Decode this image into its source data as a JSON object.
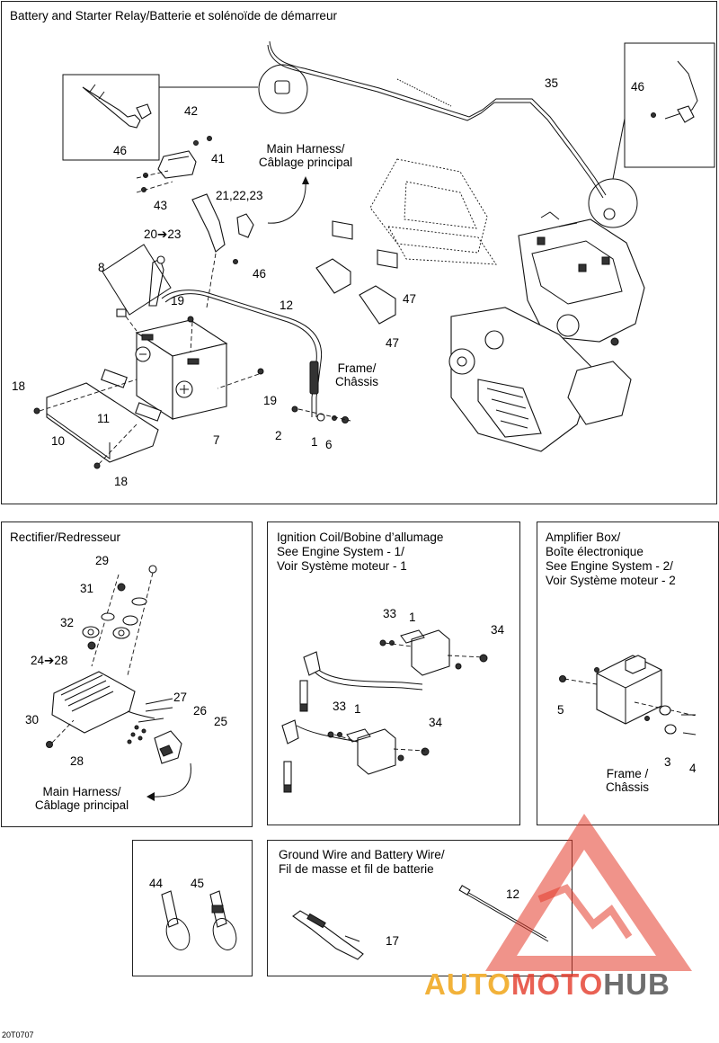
{
  "panels": {
    "battery": {
      "title": "Battery and Starter Relay/Batterie et solénoïde de démarreur",
      "harness_label_1": "Main Harness/",
      "harness_label_2": "Câblage principal",
      "frame_label_1": "Frame/",
      "frame_label_2": "Châssis",
      "callouts": {
        "c1": "1",
        "c2": "2",
        "c6": "6",
        "c7": "7",
        "c8": "8",
        "c10": "10",
        "c11": "11",
        "c12": "12",
        "c18a": "18",
        "c18b": "18",
        "c19a": "19",
        "c19b": "19",
        "c20": "20➔23",
        "c21": "21,22,23",
        "c35": "35",
        "c41": "41",
        "c42": "42",
        "c43": "43",
        "c46a": "46",
        "c46b": "46",
        "c46c": "46",
        "c47a": "47",
        "c47b": "47"
      }
    },
    "rectifier": {
      "title": "Rectifier/Redresseur",
      "harness_label_1": "Main Harness/",
      "harness_label_2": "Câblage principal",
      "callouts": {
        "c24": "24➔28",
        "c25": "25",
        "c26": "26",
        "c27": "27",
        "c28": "28",
        "c29": "29",
        "c30": "30",
        "c31": "31",
        "c32": "32"
      }
    },
    "ignition": {
      "title_1": "Ignition Coil/Bobine d’allumage",
      "title_2": "See Engine System - 1/",
      "title_3": "Voir Système moteur - 1",
      "callouts": {
        "c33a": "33",
        "c1a": "1",
        "c34a": "34",
        "c33b": "33",
        "c1b": "1",
        "c34b": "34"
      }
    },
    "amplifier": {
      "title_1": "Amplifier Box/",
      "title_2": "Boîte électronique",
      "title_3": "See Engine System - 2/",
      "title_4": "Voir Système moteur - 2",
      "frame_label_1": "Frame /",
      "frame_label_2": "Châssis",
      "callouts": {
        "c3": "3",
        "c4": "4",
        "c5": "5"
      }
    },
    "ties": {
      "callouts": {
        "c44": "44",
        "c45": "45"
      }
    },
    "ground": {
      "title_1": "Ground Wire and Battery Wire/",
      "title_2": "Fil de masse et fil de batterie",
      "callouts": {
        "c12": "12",
        "c17": "17"
      }
    }
  },
  "figure_code": "20T0707",
  "watermark": {
    "auto": "AUTO",
    "moto": "MOTO",
    "hub": "HUB"
  },
  "colors": {
    "line": "#111111",
    "watermark_red": "#e43a2a",
    "watermark_orange": "#f2b23a",
    "watermark_gray": "#6e6e6e"
  }
}
